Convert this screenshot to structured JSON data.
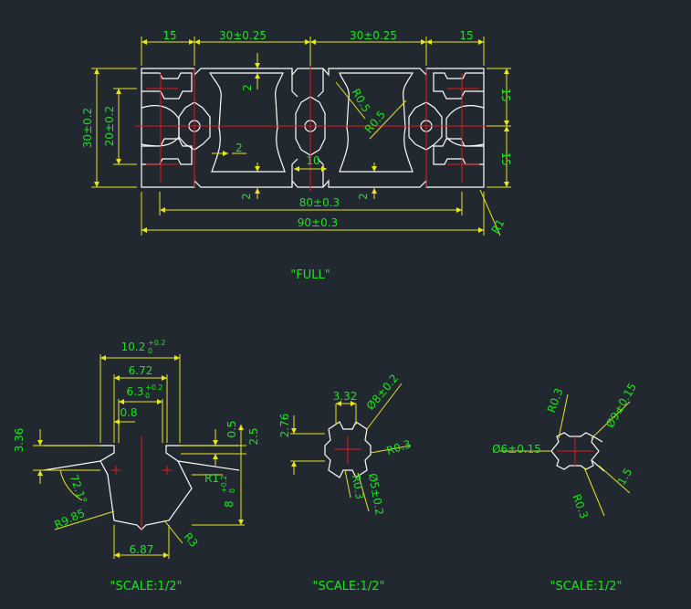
{
  "colors": {
    "background": "#212830",
    "outline": "#ffffff",
    "dimension_line": "#e6e619",
    "dimension_text": "#19e619",
    "center_line": "#e61919"
  },
  "main_view": {
    "dims": {
      "top_left_15": "15",
      "top_30a": "30±0.25",
      "top_30b": "30±0.25",
      "top_right_15": "15",
      "height_30": "30±0.2",
      "height_20": "20±0.2",
      "right_15_top": "15",
      "right_15_bot": "15",
      "wall_2_top": "2",
      "wall_2_mid": "2",
      "wall_2_bot_left": "2",
      "wall_2_bot_right": "2",
      "web_10": "10",
      "r05_a": "R0.5",
      "r05_b": "R0.5",
      "r1": "R1",
      "len_80": "80±0.3",
      "len_90": "90±0.3"
    },
    "caption": "\"FULL\""
  },
  "slot_detail": {
    "dims": {
      "w_102": "10.2",
      "w_102_tol_up": "+0.2",
      "w_102_tol_dn": "0",
      "w_672": "6.72",
      "w_63": "6.3",
      "w_63_tol_up": "+0.2",
      "w_63_tol_dn": "0",
      "w_08": "0.8",
      "h_336": "3.36",
      "h_05": "0.5",
      "h_25": "2.5",
      "ang_72": "72.1°",
      "r1": "R1",
      "h_8": "8",
      "h_8_tol_up": "+0.2",
      "h_8_tol_dn": "0",
      "r985": "R9.85",
      "r3": "R3",
      "w_687": "6.87"
    },
    "caption": "\"SCALE:1/2\""
  },
  "core_detail": {
    "dims": {
      "w_332": "3.32",
      "d8": "Ø8±0.2",
      "h_276": "2.76",
      "r03_a": "R0.3",
      "r03_b": "R0.3",
      "d5": "Ø5±0.2"
    },
    "caption": "\"SCALE:1/2\""
  },
  "pin_detail": {
    "dims": {
      "r03_a": "R0.3",
      "d9": "Ø9±0.15",
      "d6": "Ø6±0.15",
      "w_15": "1.5",
      "r03_b": "R0.3"
    },
    "caption": "\"SCALE:1/2\""
  }
}
